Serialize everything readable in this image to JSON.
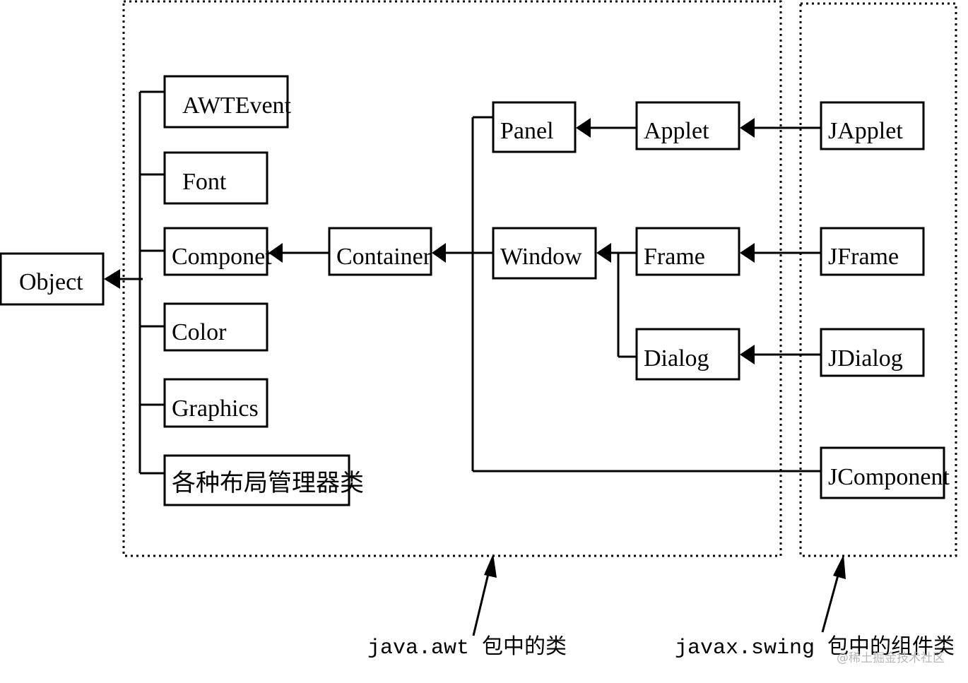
{
  "nodes": {
    "object": "Object",
    "awtevent": "AWTEvent",
    "font": "Font",
    "componet": "Componet",
    "color": "Color",
    "graphics": "Graphics",
    "layout": "各种布局管理器类",
    "container": "Container",
    "panel": "Panel",
    "window": "Window",
    "applet": "Applet",
    "frame": "Frame",
    "dialog": "Dialog",
    "japplet": "JApplet",
    "jframe": "JFrame",
    "jdialog": "JDialog",
    "jcomponent": "JComponent"
  },
  "captions": {
    "awt": "java.awt 包中的类",
    "swing": "javax.swing 包中的组件类"
  },
  "watermark": "@稀土掘金技术社区"
}
